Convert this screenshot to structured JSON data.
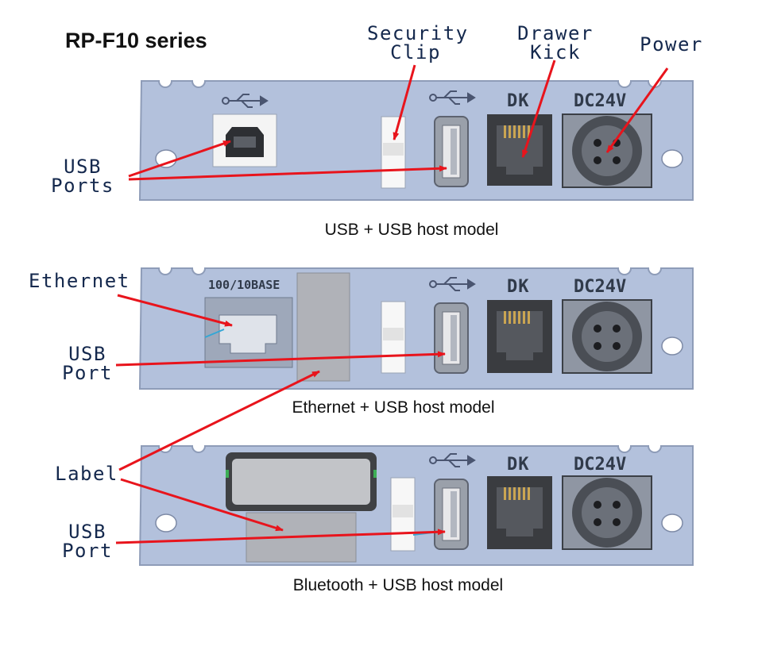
{
  "title": "RP-F10 series",
  "captions": {
    "panel1": "USB + USB host model",
    "panel2": "Ethernet + USB host model",
    "panel3": "Bluetooth + USB host model"
  },
  "callouts": {
    "security_clip": "Security\nClip",
    "drawer_kick": "Drawer\nKick",
    "power": "Power",
    "usb_ports": "USB\nPorts",
    "ethernet": "Ethernet",
    "usb_port_2": "USB\nPort",
    "label": "Label",
    "usb_port_3": "USB\nPort"
  },
  "panel_labels": {
    "dk": "DK",
    "dc24v": "DC24V",
    "base": "100/10BASE"
  },
  "colors": {
    "panel": "#b3c1dc",
    "arrow": "#e8141c",
    "callout_text": "#14284d"
  }
}
